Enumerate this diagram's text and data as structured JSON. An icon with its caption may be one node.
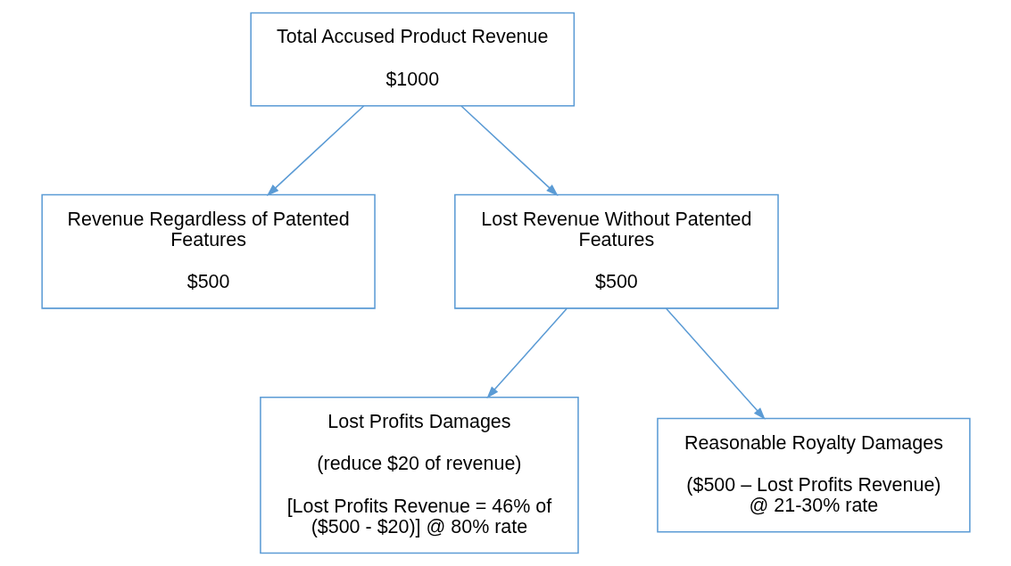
{
  "diagram": {
    "nodes": [
      {
        "text": [
          "Total Accused Product Revenue",
          "$1000"
        ]
      },
      {
        "text": [
          "Revenue Regardless of Patented Features",
          "$500"
        ]
      },
      {
        "text": [
          "Lost Revenue Without Patented Features",
          "$500"
        ]
      },
      {
        "text": [
          "Lost Profits Damages",
          "(reduce $20 of revenue)",
          "[Lost Profits Revenue = 46% of ($500 - $20)] @ 80% rate"
        ]
      },
      {
        "text": [
          "Reasonable Royalty Damages",
          "($500 – Lost Profits Revenue) @ 21-30% rate"
        ]
      }
    ],
    "edges": [
      {
        "from": 0,
        "to": 1,
        "arrow": "to"
      },
      {
        "from": 0,
        "to": 2,
        "arrow": "to"
      },
      {
        "from": 2,
        "to": 3,
        "arrow": "to"
      },
      {
        "from": 2,
        "to": 4,
        "arrow": "to"
      }
    ]
  }
}
